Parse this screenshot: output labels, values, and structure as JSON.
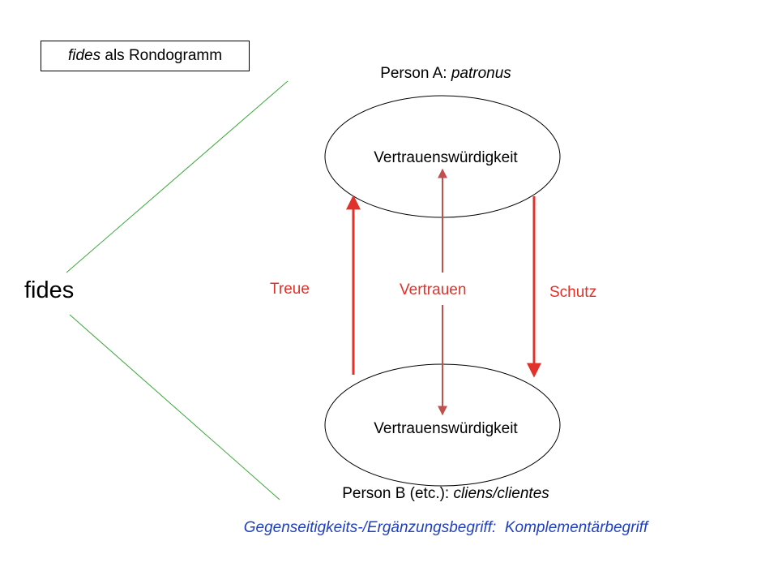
{
  "title_box": {
    "word_italic": "fides",
    "rest": " als Rondogramm"
  },
  "person_a": {
    "prefix": "Person A: ",
    "role": "patronus"
  },
  "person_b": {
    "prefix": "Person B (etc.): ",
    "role": "cliens/clientes"
  },
  "center_label": "fides",
  "ellipse_top": {
    "label": "Vertrauenswürdigkeit"
  },
  "ellipse_bottom": {
    "label": "Vertrauenswürdigkeit"
  },
  "arrows": {
    "treue": "Treue",
    "vertrauen": "Vertrauen",
    "schutz": "Schutz"
  },
  "caption": "Gegenseitigkeits-/Ergänzungsbegriff:  Komplementärbegriff",
  "colors": {
    "arrow_red": "#e0312a",
    "arrow_mid": "#c0504d",
    "line_green": "#3aa83a",
    "caption_blue": "#1f3fbf"
  }
}
